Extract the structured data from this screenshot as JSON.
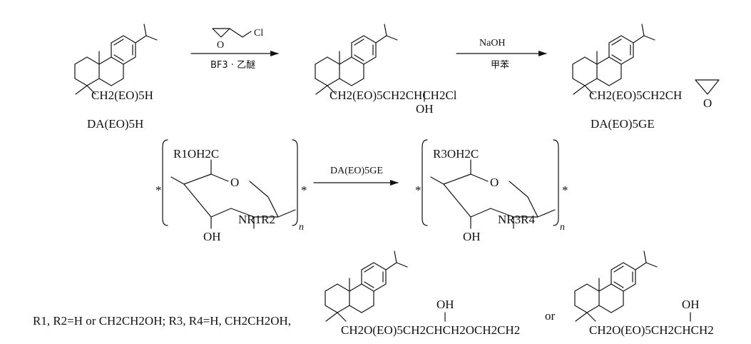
{
  "row1": {
    "s1_label": "CH2(EO)5H",
    "s1_name": "DA(EO)5H",
    "r1_reagent_cl": "Cl",
    "r1_reagent_o": "O",
    "r1_condition": "BF3 · 乙醚",
    "s2_label": "CH2(EO)5CH2CHCH2Cl",
    "s2_oh": "OH",
    "r2_top": "NaOH",
    "r2_bottom": "甲苯",
    "s3_label": "CH2(EO)5CH2CH",
    "s3_o": "O",
    "s3_name": "DA(EO)5GE"
  },
  "row2": {
    "left_c6": "R1OH2C",
    "left_ring_o": "O",
    "left_oh": "OH",
    "left_n": "NR1R2",
    "star": "*",
    "repeat_n": "n",
    "arrow_label": "DA(EO)5GE",
    "right_c6": "R3OH2C",
    "right_ring_o": "O",
    "right_oh": "OH",
    "right_n": "NR3R4"
  },
  "row3": {
    "definition": "R1, R2=H or CH2CH2OH; R3, R4=H, CH2CH2OH,",
    "sub1_oh": "OH",
    "sub1_chain": "CH2O(EO)5CH2CHCH2OCH2CH2",
    "or_text": "or",
    "sub2_oh": "OH",
    "sub2_chain": "CH2O(EO)5CH2CHCH2"
  }
}
